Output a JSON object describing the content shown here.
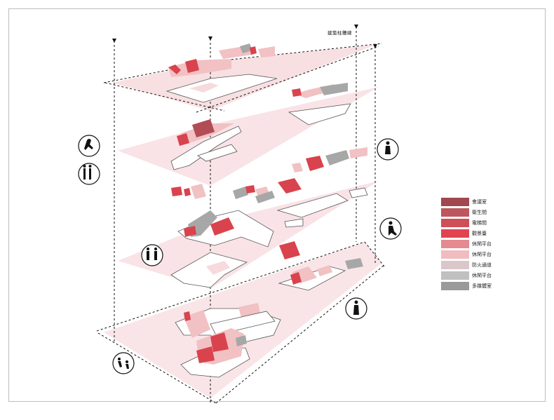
{
  "axis_label": "建築柱體線",
  "legend": [
    {
      "label": "會議室",
      "color": "#a0474f"
    },
    {
      "label": "衛生間",
      "color": "#bd565f"
    },
    {
      "label": "電梯間",
      "color": "#cf4e58"
    },
    {
      "label": "觀景臺",
      "color": "#e0434f"
    },
    {
      "label": "休閑平台",
      "color": "#e58a90"
    },
    {
      "label": "休閑平台",
      "color": "#f0bcc0"
    },
    {
      "label": "防火通道",
      "color": "#d9c7c9"
    },
    {
      "label": "休閑平台",
      "color": "#c0c0c0"
    },
    {
      "label": "多媒體室",
      "color": "#9a9a9a"
    }
  ],
  "colors": {
    "floor_plane": "#f7dadd",
    "slab": "#ffffff",
    "slab_edge": "#555555",
    "gray_block": "#a7a7a7",
    "pink_light": "#f1c1c4",
    "red_block": "#d9434d",
    "rose_block": "#b24c55"
  },
  "icons": [
    "person-sitting-icon",
    "people-standing-icon",
    "person-standing-icon",
    "person-seated-right-icon",
    "couple-icon",
    "person-walking-icon",
    "children-playing-icon"
  ]
}
